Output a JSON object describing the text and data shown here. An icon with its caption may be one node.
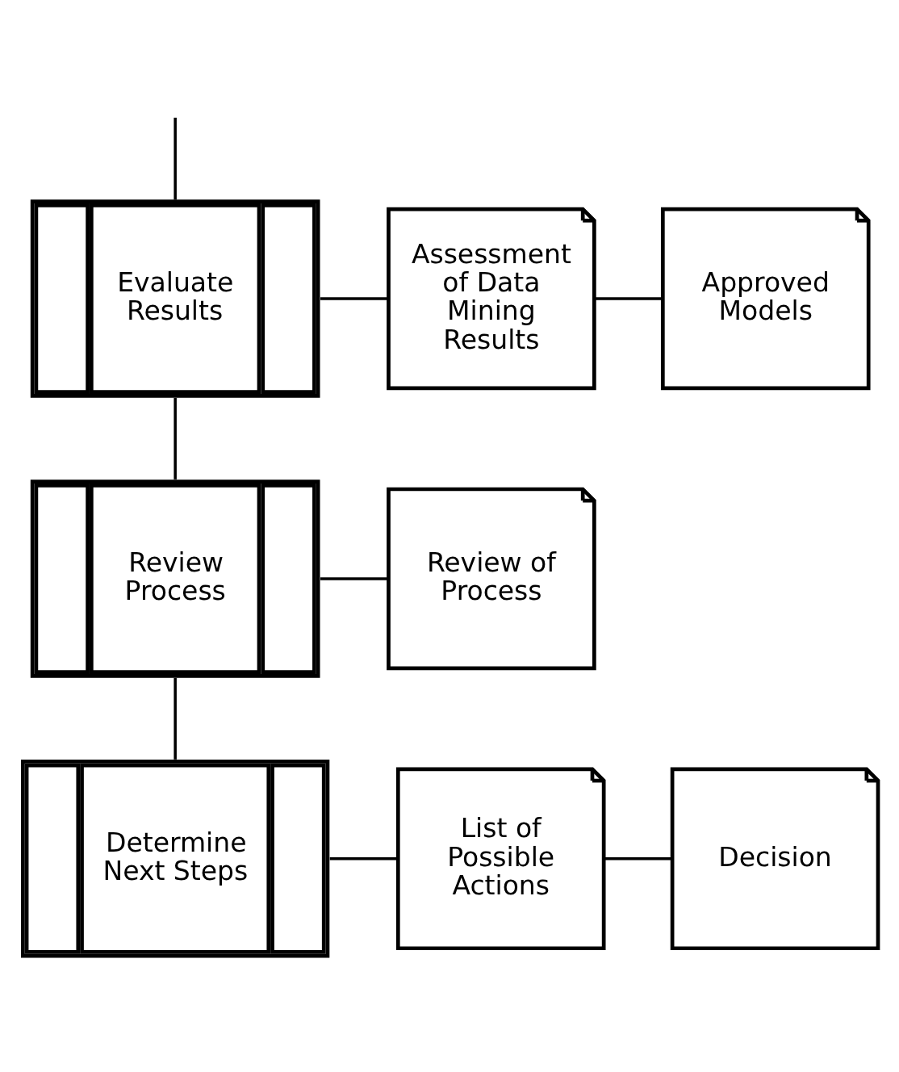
{
  "diagram": {
    "nodes": [
      {
        "text": [
          "Evaluate Results"
        ]
      },
      {
        "text": [
          "Assessment of Data Mining Results"
        ]
      },
      {
        "text": [
          "Approved Models"
        ]
      },
      {
        "text": [
          "Review Process"
        ]
      },
      {
        "text": [
          "Review of Process"
        ]
      },
      {
        "text": [
          "Determine Next Steps"
        ]
      },
      {
        "text": [
          "List of Possible Actions"
        ]
      },
      {
        "text": [
          "Decision"
        ]
      }
    ],
    "edges": [
      {
        "from": 0,
        "to": null,
        "arrow": "none"
      },
      {
        "from": 0,
        "to": 1,
        "arrow": "none"
      },
      {
        "from": 1,
        "to": 2,
        "arrow": "none"
      },
      {
        "from": 0,
        "to": 3,
        "arrow": "none"
      },
      {
        "from": 3,
        "to": 4,
        "arrow": "none"
      },
      {
        "from": 3,
        "to": 5,
        "arrow": "none"
      },
      {
        "from": 5,
        "to": 6,
        "arrow": "none"
      },
      {
        "from": 6,
        "to": 7,
        "arrow": "none"
      }
    ]
  }
}
